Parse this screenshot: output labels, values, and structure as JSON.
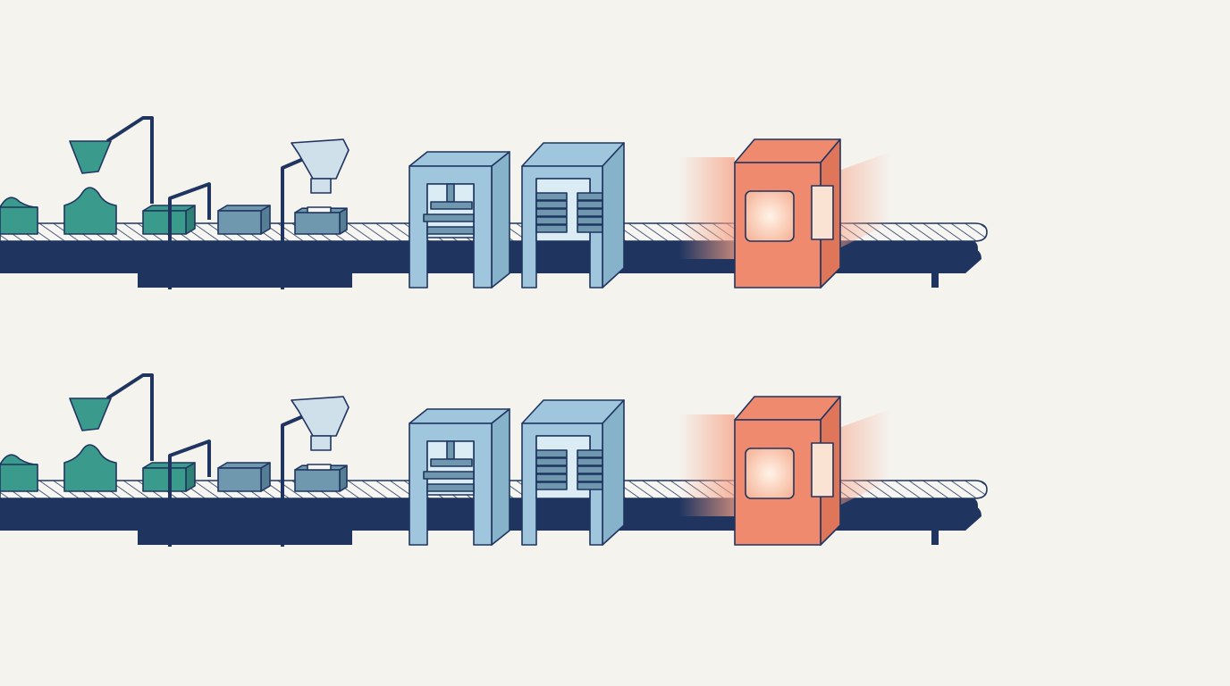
{
  "colors": {
    "background": "#f5f3ee",
    "outline": "#1f3560",
    "belt_frame": "#1f3560",
    "belt_surface": "#f7f6f2",
    "belt_stripe": "#1f3560",
    "material_teal": "#3a9a8c",
    "material_teal_dark": "#2e7f74",
    "box_gray_blue": "#6f97ad",
    "box_gray_blue_dark": "#557d94",
    "hopper_light": "#cfe0ea",
    "press_station": "#9fc6dc",
    "press_station_side": "#86b2ca",
    "stack_parts": "#6f97ad",
    "inspection_station": "#ef8a6f",
    "inspection_station_side": "#e07659",
    "inspection_window": "#fbe3d4",
    "inspection_glow": "#f6a083"
  },
  "lines": [
    {
      "id": "line-top",
      "stations": [
        {
          "type": "material-pile",
          "icon": "teal-pile-icon"
        },
        {
          "type": "teal-hopper",
          "icon": "funnel-icon"
        },
        {
          "type": "shaped-material",
          "icon": "teal-mound-icon"
        },
        {
          "type": "teal-block",
          "icon": "teal-cube-icon"
        },
        {
          "type": "gray-block",
          "icon": "gray-cube-icon"
        },
        {
          "type": "light-hopper",
          "icon": "funnel-icon"
        },
        {
          "type": "open-tray",
          "icon": "tray-icon"
        },
        {
          "type": "press-station",
          "icon": "press-icon"
        },
        {
          "type": "stacking-station",
          "icon": "stack-icon"
        },
        {
          "type": "inspection-station",
          "icon": "scanner-icon"
        }
      ]
    },
    {
      "id": "line-bottom",
      "stations": [
        {
          "type": "material-pile",
          "icon": "teal-pile-icon"
        },
        {
          "type": "teal-hopper",
          "icon": "funnel-icon"
        },
        {
          "type": "shaped-material",
          "icon": "teal-mound-icon"
        },
        {
          "type": "teal-block",
          "icon": "teal-cube-icon"
        },
        {
          "type": "gray-block",
          "icon": "gray-cube-icon"
        },
        {
          "type": "light-hopper",
          "icon": "funnel-icon"
        },
        {
          "type": "open-tray",
          "icon": "tray-icon"
        },
        {
          "type": "press-station",
          "icon": "press-icon"
        },
        {
          "type": "stacking-station",
          "icon": "stack-icon"
        },
        {
          "type": "inspection-station",
          "icon": "scanner-icon"
        }
      ]
    }
  ]
}
